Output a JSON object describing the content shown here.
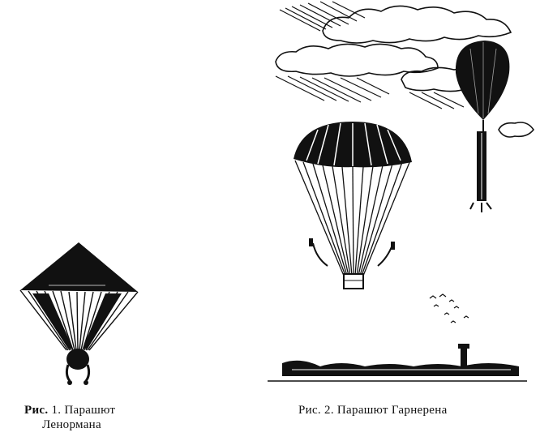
{
  "figures": [
    {
      "caption_prefix": "Рис.",
      "caption_number": "1.",
      "caption_line1": "Парашют",
      "caption_line2": "Ленормана"
    },
    {
      "caption": "Рис. 2. Парашют Гарнерена"
    }
  ],
  "colors": {
    "ink": "#111111",
    "paper": "#ffffff"
  }
}
